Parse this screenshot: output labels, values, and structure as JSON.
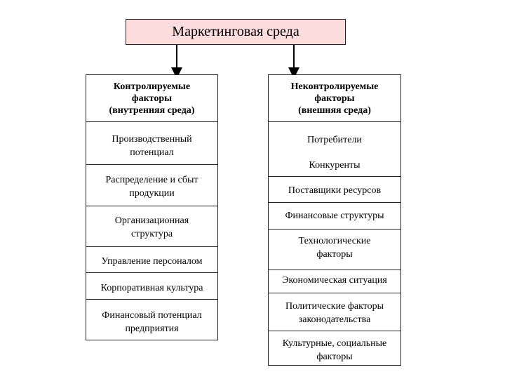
{
  "title": "Маркетинговая среда",
  "left": {
    "header": "Контролируемые\nфакторы\n(внутренняя среда)",
    "items": [
      "Производственный\nпотенциал",
      "Распределение и сбыт\nпродукции",
      "Организационная\nструктура",
      "Управление персоналом",
      "Корпоративная культура",
      "Финансовый потенциал\nпредприятия"
    ]
  },
  "right": {
    "header": "Неконтролируемые\nфакторы\n(внешняя среда)",
    "items": [
      "Потребители",
      "Конкуренты",
      "Поставщики ресурсов",
      "Финансовые структуры",
      "Технологические\nфакторы",
      "Экономическая ситуация",
      "Политические факторы\nзаконодательства",
      "Культурные, социальные\nфакторы"
    ]
  }
}
